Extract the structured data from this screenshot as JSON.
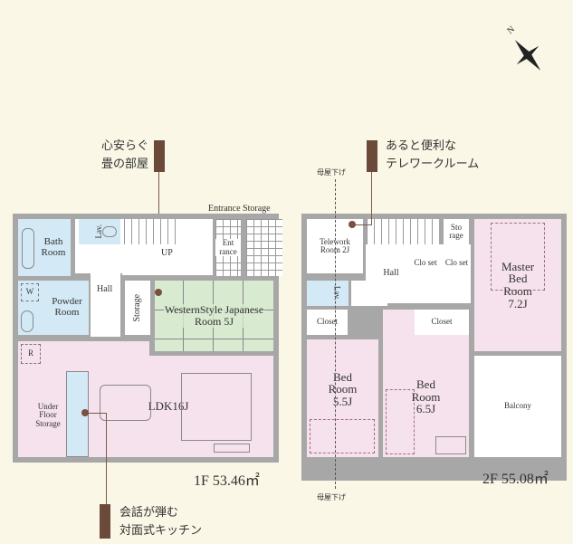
{
  "compass": {
    "label": "N"
  },
  "callouts": {
    "tatami": [
      "心安らぐ",
      "畳の部屋"
    ],
    "telework": [
      "あると便利な",
      "テレワークルーム"
    ],
    "kitchen": [
      "会話が弾む",
      "対面式キッチン"
    ]
  },
  "annotations": {
    "eave_top": "母屋下げ",
    "eave_bottom": "母屋下げ"
  },
  "floor1": {
    "area_label": "1F 53.46㎡",
    "rooms": {
      "bath": "Bath Room",
      "lav": "Lav.",
      "entrance_storage": "Entrance Storage",
      "up": "UP",
      "entrance": "Ent rance",
      "hall": "Hall",
      "powder": "Powder Room",
      "w": "W",
      "storage": "Storage",
      "japanese": "WesternStyle Japanese Room 5J",
      "r": "R",
      "under_floor": "Under Floor Storage",
      "ldk": "LDK16J"
    }
  },
  "floor2": {
    "area_label": "2F 55.08㎡",
    "rooms": {
      "telework": "Telework Room 2J",
      "lav": "Lav.",
      "hall": "Hall",
      "storage": "Sto rage",
      "closet_a": "Clo set",
      "closet_b": "Clo set",
      "master": "Master Bed Room 7.2J",
      "closet_c": "Closet",
      "closet_d": "Closet",
      "bed1": "Bed Room 5.5J",
      "bed2": "Bed Room 6.5J",
      "balcony": "Balcony"
    }
  },
  "colors": {
    "wet": "#d3e9f5",
    "living": "#f6e2ec",
    "tatami": "#d8ead0",
    "wall": "#a7a7a7"
  }
}
